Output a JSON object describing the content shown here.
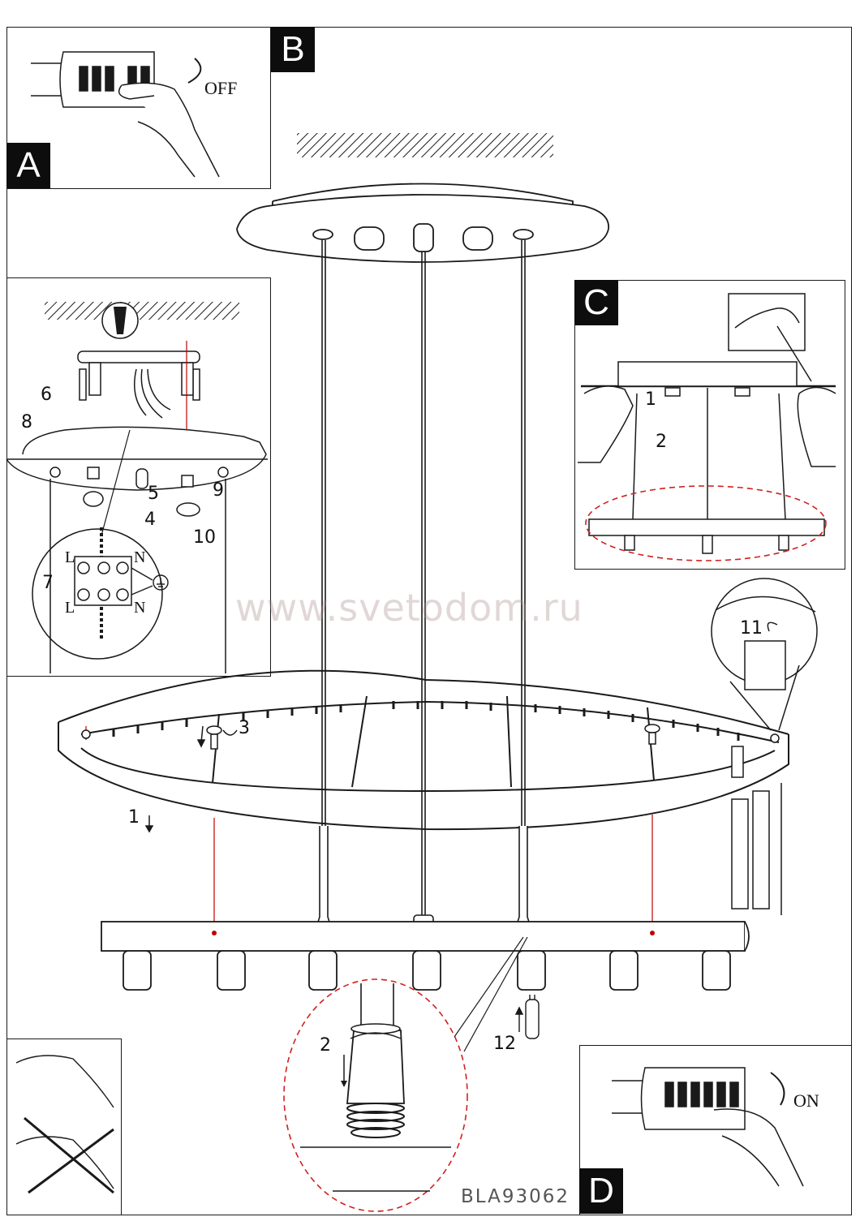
{
  "panels": {
    "a": {
      "letter": "A",
      "action": "OFF"
    },
    "b": {
      "letter": "B"
    },
    "c": {
      "letter": "C"
    },
    "d": {
      "letter": "D",
      "action": "ON"
    }
  },
  "wiring": {
    "l_top": "L",
    "n_top": "N",
    "l_bottom": "L",
    "n_bottom": "N"
  },
  "steps": {
    "s1_main": "1",
    "s2_main": "2",
    "s3": "3",
    "s4": "4",
    "s5": "5",
    "s6": "6",
    "s7": "7",
    "s8": "8",
    "s9": "9",
    "s10": "10",
    "s11": "11",
    "s12": "12",
    "s1_c": "1",
    "s2_c": "2"
  },
  "watermark": "www.svetodom.ru",
  "model_code": "BLA93062",
  "colors": {
    "line": "#1a1a1a",
    "red_wire": "#c00000",
    "dashed_detail": "#d12020",
    "label_bg": "#0d0d0d"
  },
  "icons": [
    "circuit-breaker-icon",
    "hand-icon",
    "ceiling-hatch-icon",
    "anchor-plug-icon",
    "screw-icon",
    "arrow-icon",
    "ground-symbol-icon",
    "bulb-g9-icon"
  ]
}
